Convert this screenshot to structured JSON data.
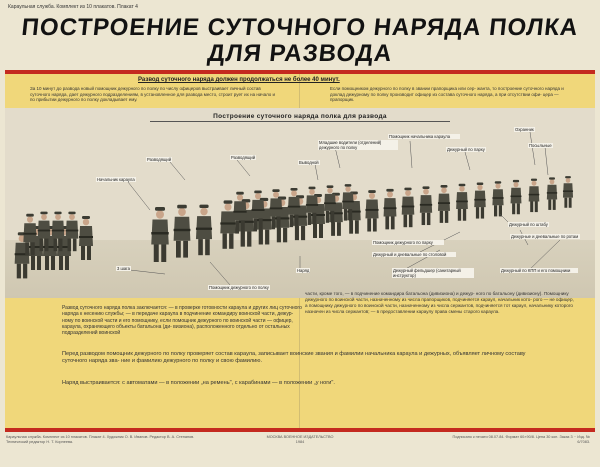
{
  "series_caption": "Караульная служба. Комплект из 10 плакатов. Плакат 4",
  "title_line1": "ПОСТРОЕНИЕ СУТОЧНОГО НАРЯДА ПОЛКА",
  "title_line2": "ДЛЯ РАЗВОДА",
  "intro": {
    "heading": "Развод суточного наряда должен продолжаться не более 40 минут.",
    "left": "За 10 минут до развода новый помощник дежурного по полку по числу офицеров выстраивает личный состав суточного наряда, дает дежурного подразделениям, в установленное для развода место, строит рует их на начало и по прибытии дежурного по полку докладывает ему.",
    "right": "Если помощником дежурного по полку в звании прапорщика или сер- жанта, то построение суточного наряда и доклад дежурному по полку производит офицер из состава суточного наряда, а при отсутствии офи- цера — прапорщик."
  },
  "scene_title": "Построение суточного наряда полка для развода",
  "callouts": {
    "razvodyashchiy_1": "Разводящий",
    "razvodyashchiy_2": "Разводящий",
    "nachalnik_karaula": "Начальник караула",
    "vyvodnoy": "Выводной",
    "mladshie": "Младшие водители (отделений) дежурного по полку",
    "pomoshchnik_stolovoy": "Помощник начальника караула",
    "dezhurny_park": "Дежурный по парку",
    "pomoshchnik_dezhurnogo_park": "Помощник дежурного по парку",
    "ohrana": "Охранник",
    "posyl": "Посыльные",
    "dezhurny_shtab": "Дежурный по штабу",
    "dnevalnye": "Дежурные и дневальные по ротам",
    "dezhurny_kpp": "Дежурный по КПП и его помощники",
    "stolovaya": "Дежурный и дневальные по столовой",
    "feldsher": "Дежурный фельдшер (санитарный инструктор)",
    "pomoshchnik_dezhurnogo": "Помощник дежурного по полку",
    "shagi": "3 шага",
    "naryad": "Наряд"
  },
  "body": {
    "left": "Развод суточного наряда полка заключается: — в проверке готовности караула и других лиц суточного наряда к несению службы; — в передаче караула в подчинение командиру воинской части, дежур- ному по воинской части и его помощнику, если помощник дежурного по воинской части — офицер, караула, охраняющего объекты батальона (ди- визиона), расположенного отдельно от остальных подразделений воинской",
    "right": "части, кроме того, — в подчинение командира батальона (дивизиона) и дежур- ного по батальону (дивизиону). Помощнику дежурного по воинской части, назначенному из числа прапорщиков, подчиняется караул, начальник кото- рого — не офицер, а помощнику дежурного по воинской части, назначенному из числа сержантов, подчиняется тот караул, начальнику которого назначен из числа сержантов; — в предоставлении караулу права смены старого караула."
  },
  "closing1": "Перед разводом помощник дежурного по полку проверяет состав караула, записывает воинские звания и фамилии начальника караула и дежурных, объявляет личному составу суточного наряда зва- ние и фамилию дежурного по полку и свою фамилию.",
  "closing2": "Наряд выстраивается: с автоматами — в положении „на ремень\", с карабинами — в положении „у ноги\".",
  "footer": {
    "left": "Караульная служба. Комплект из 10 плакатов. Плакат 4. Художник О. В. Иванов. Редактор В. А. Степанов. Технический редактор Н. Т. Корнеева.",
    "center": "МОСКВА ВОЕННОЕ ИЗДАТЕЛЬСТВО 1984",
    "right": "Подписано к печати 08.07.84. Формат 60×90/8. Цена 30 коп. Заказ 3 ·· Изд. № 6/7083."
  },
  "colors": {
    "accent_red": "#c42a1f",
    "panel_yellow": "#f0d77a",
    "uniform": "#4a4a3e"
  }
}
